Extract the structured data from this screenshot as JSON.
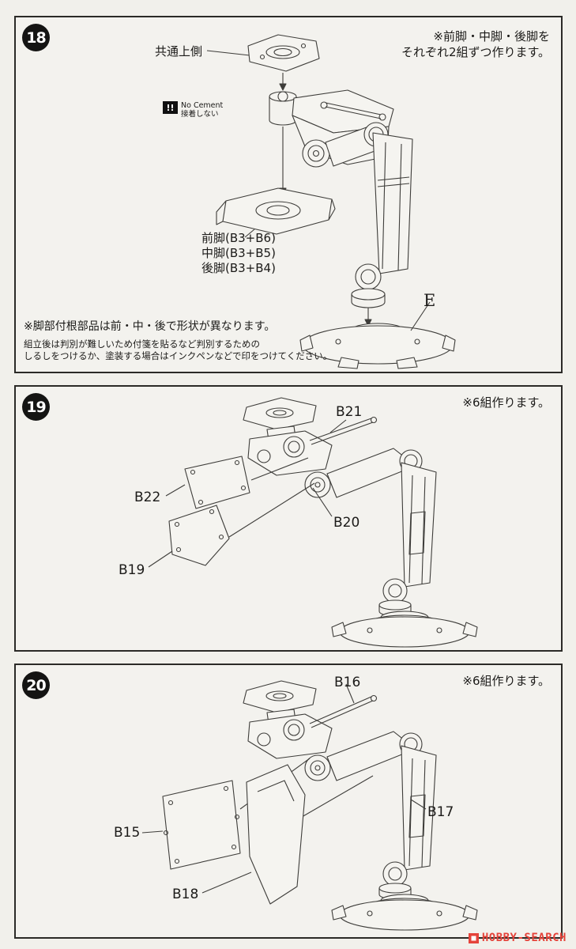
{
  "steps": {
    "step18": {
      "number": "18",
      "note_line1": "※前脚・中脚・後脚を",
      "note_line2": "それぞれ2組ずつ作ります。",
      "label_common_top": "共通上側",
      "no_cement": {
        "mark": "!!",
        "line1": "No Cement",
        "line2": "接着しない"
      },
      "parts": [
        "前脚(B3+B6)",
        "中脚(B3+B5)",
        "後脚(B3+B4)"
      ],
      "label_e": "E",
      "footnote_title": "※脚部付根部品は前・中・後で形状が異なります。",
      "footnote_line1": "組立後は判別が難しいため付箋を貼るなど判別するための",
      "footnote_line2": "しるしをつけるか、塗装する場合はインクペンなどで印をつけてください。"
    },
    "step19": {
      "number": "19",
      "note": "※6組作ります。",
      "labels": {
        "b21": "B21",
        "b22": "B22",
        "b20": "B20",
        "b19": "B19"
      }
    },
    "step20": {
      "number": "20",
      "note": "※6組作ります。",
      "labels": {
        "b16": "B16",
        "b15": "B15",
        "b17": "B17",
        "b18": "B18"
      }
    }
  },
  "watermark": {
    "text": "HOBBY-SEARCH"
  }
}
